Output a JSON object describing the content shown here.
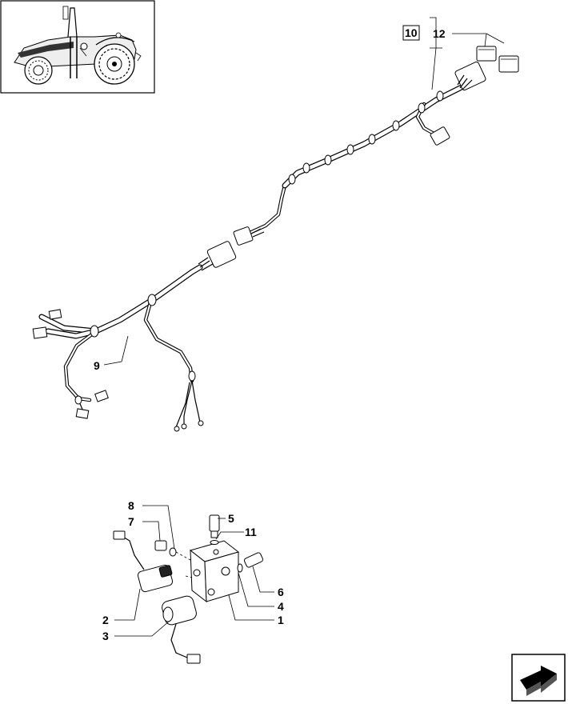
{
  "callouts": {
    "c1": "1",
    "c2": "2",
    "c3": "3",
    "c4": "4",
    "c5": "5",
    "c6": "6",
    "c7": "7",
    "c8": "8",
    "c9": "9",
    "c10": "10",
    "c11": "11",
    "c12": "12"
  },
  "icons": {
    "thumbnail": "tractor-thumbnail-icon",
    "next_page": "next-page-arrow-icon"
  }
}
